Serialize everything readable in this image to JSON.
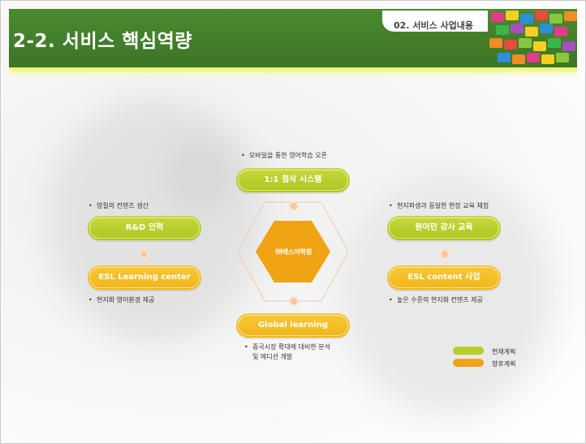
{
  "header": {
    "title": "2-2. 서비스 핵심역량",
    "section": "02. 서비스 사업내용"
  },
  "center": {
    "label": "㈜에스어학원"
  },
  "nodes": {
    "top": {
      "label": "1:1 첨삭 시스템",
      "bullet": "모바일을 통한 영어학습 오픈",
      "plan": "current"
    },
    "left_top": {
      "label": "R&D 인력",
      "bullet": "양질의 컨텐츠 생산",
      "plan": "current"
    },
    "left_bottom": {
      "label": "ESL Learning center",
      "bullet": "현지화 영어환경 제공",
      "plan": "future"
    },
    "right_top": {
      "label": "원어민 강사 교육",
      "bullet": "현지파생과 동일한 현장 교육 체험",
      "plan": "current"
    },
    "right_bottom": {
      "label": "ESL content 사업",
      "bullet": "높은 수준의 현지화 컨텐츠 제공",
      "plan": "future"
    },
    "bottom": {
      "label": "Global learning",
      "bullet_lines": [
        "중국시장 확대에 대비한 분석",
        "및 에디션 개발"
      ],
      "plan": "future"
    }
  },
  "legend": [
    {
      "label": "현재계획",
      "color": "#b9cc2a"
    },
    {
      "label": "향후계획",
      "color": "#f0a21a"
    }
  ],
  "colors": {
    "header_green": "#3f7a29",
    "current_green": "#b9cc2a",
    "future_yellow": "#f3bb1e",
    "center_orange": "#f0a313"
  },
  "bullet_glyph": "•"
}
